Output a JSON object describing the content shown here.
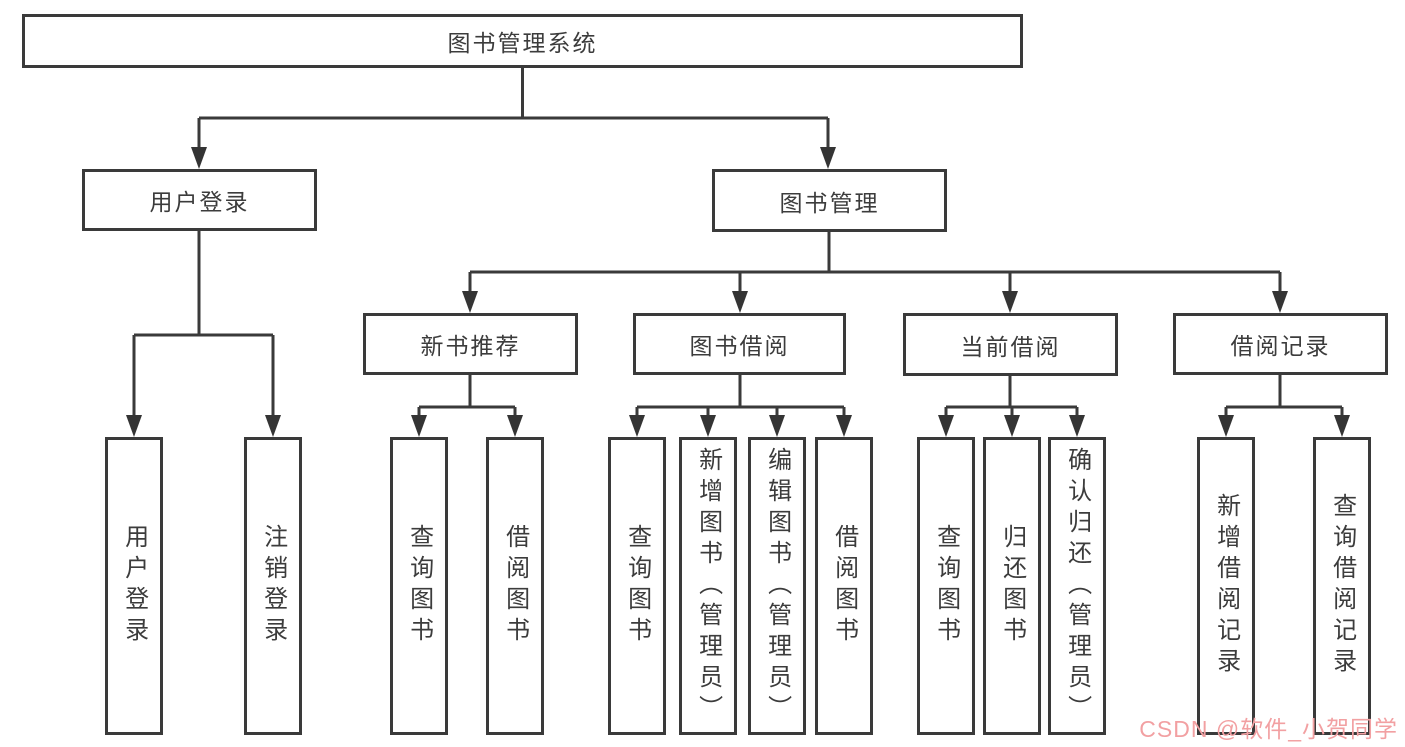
{
  "diagram": {
    "line_color": "#3a3a3a",
    "box_border_color": "#3a3a3a",
    "text_color": "#3c3c3c",
    "tree": {
      "label": "图书管理系统",
      "children": [
        {
          "label": "用户登录",
          "children": [
            {
              "label": "用户登录"
            },
            {
              "label": "注销登录"
            }
          ]
        },
        {
          "label": "图书管理",
          "children": [
            {
              "label": "新书推荐",
              "children": [
                {
                  "label": "查询图书"
                },
                {
                  "label": "借阅图书"
                }
              ]
            },
            {
              "label": "图书借阅",
              "children": [
                {
                  "label": "查询图书"
                },
                {
                  "label": "新增图书（管理员）"
                },
                {
                  "label": "编辑图书（管理员）"
                },
                {
                  "label": "借阅图书"
                }
              ]
            },
            {
              "label": "当前借阅",
              "children": [
                {
                  "label": "查询图书"
                },
                {
                  "label": "归还图书"
                },
                {
                  "label": "确认归还（管理员）"
                }
              ]
            },
            {
              "label": "借阅记录",
              "children": [
                {
                  "label": "新增借阅记录"
                },
                {
                  "label": "查询借阅记录"
                }
              ]
            }
          ]
        }
      ]
    }
  },
  "watermark": {
    "text": "CSDN @软件_小贺同学",
    "color": "#F2A0A2"
  }
}
